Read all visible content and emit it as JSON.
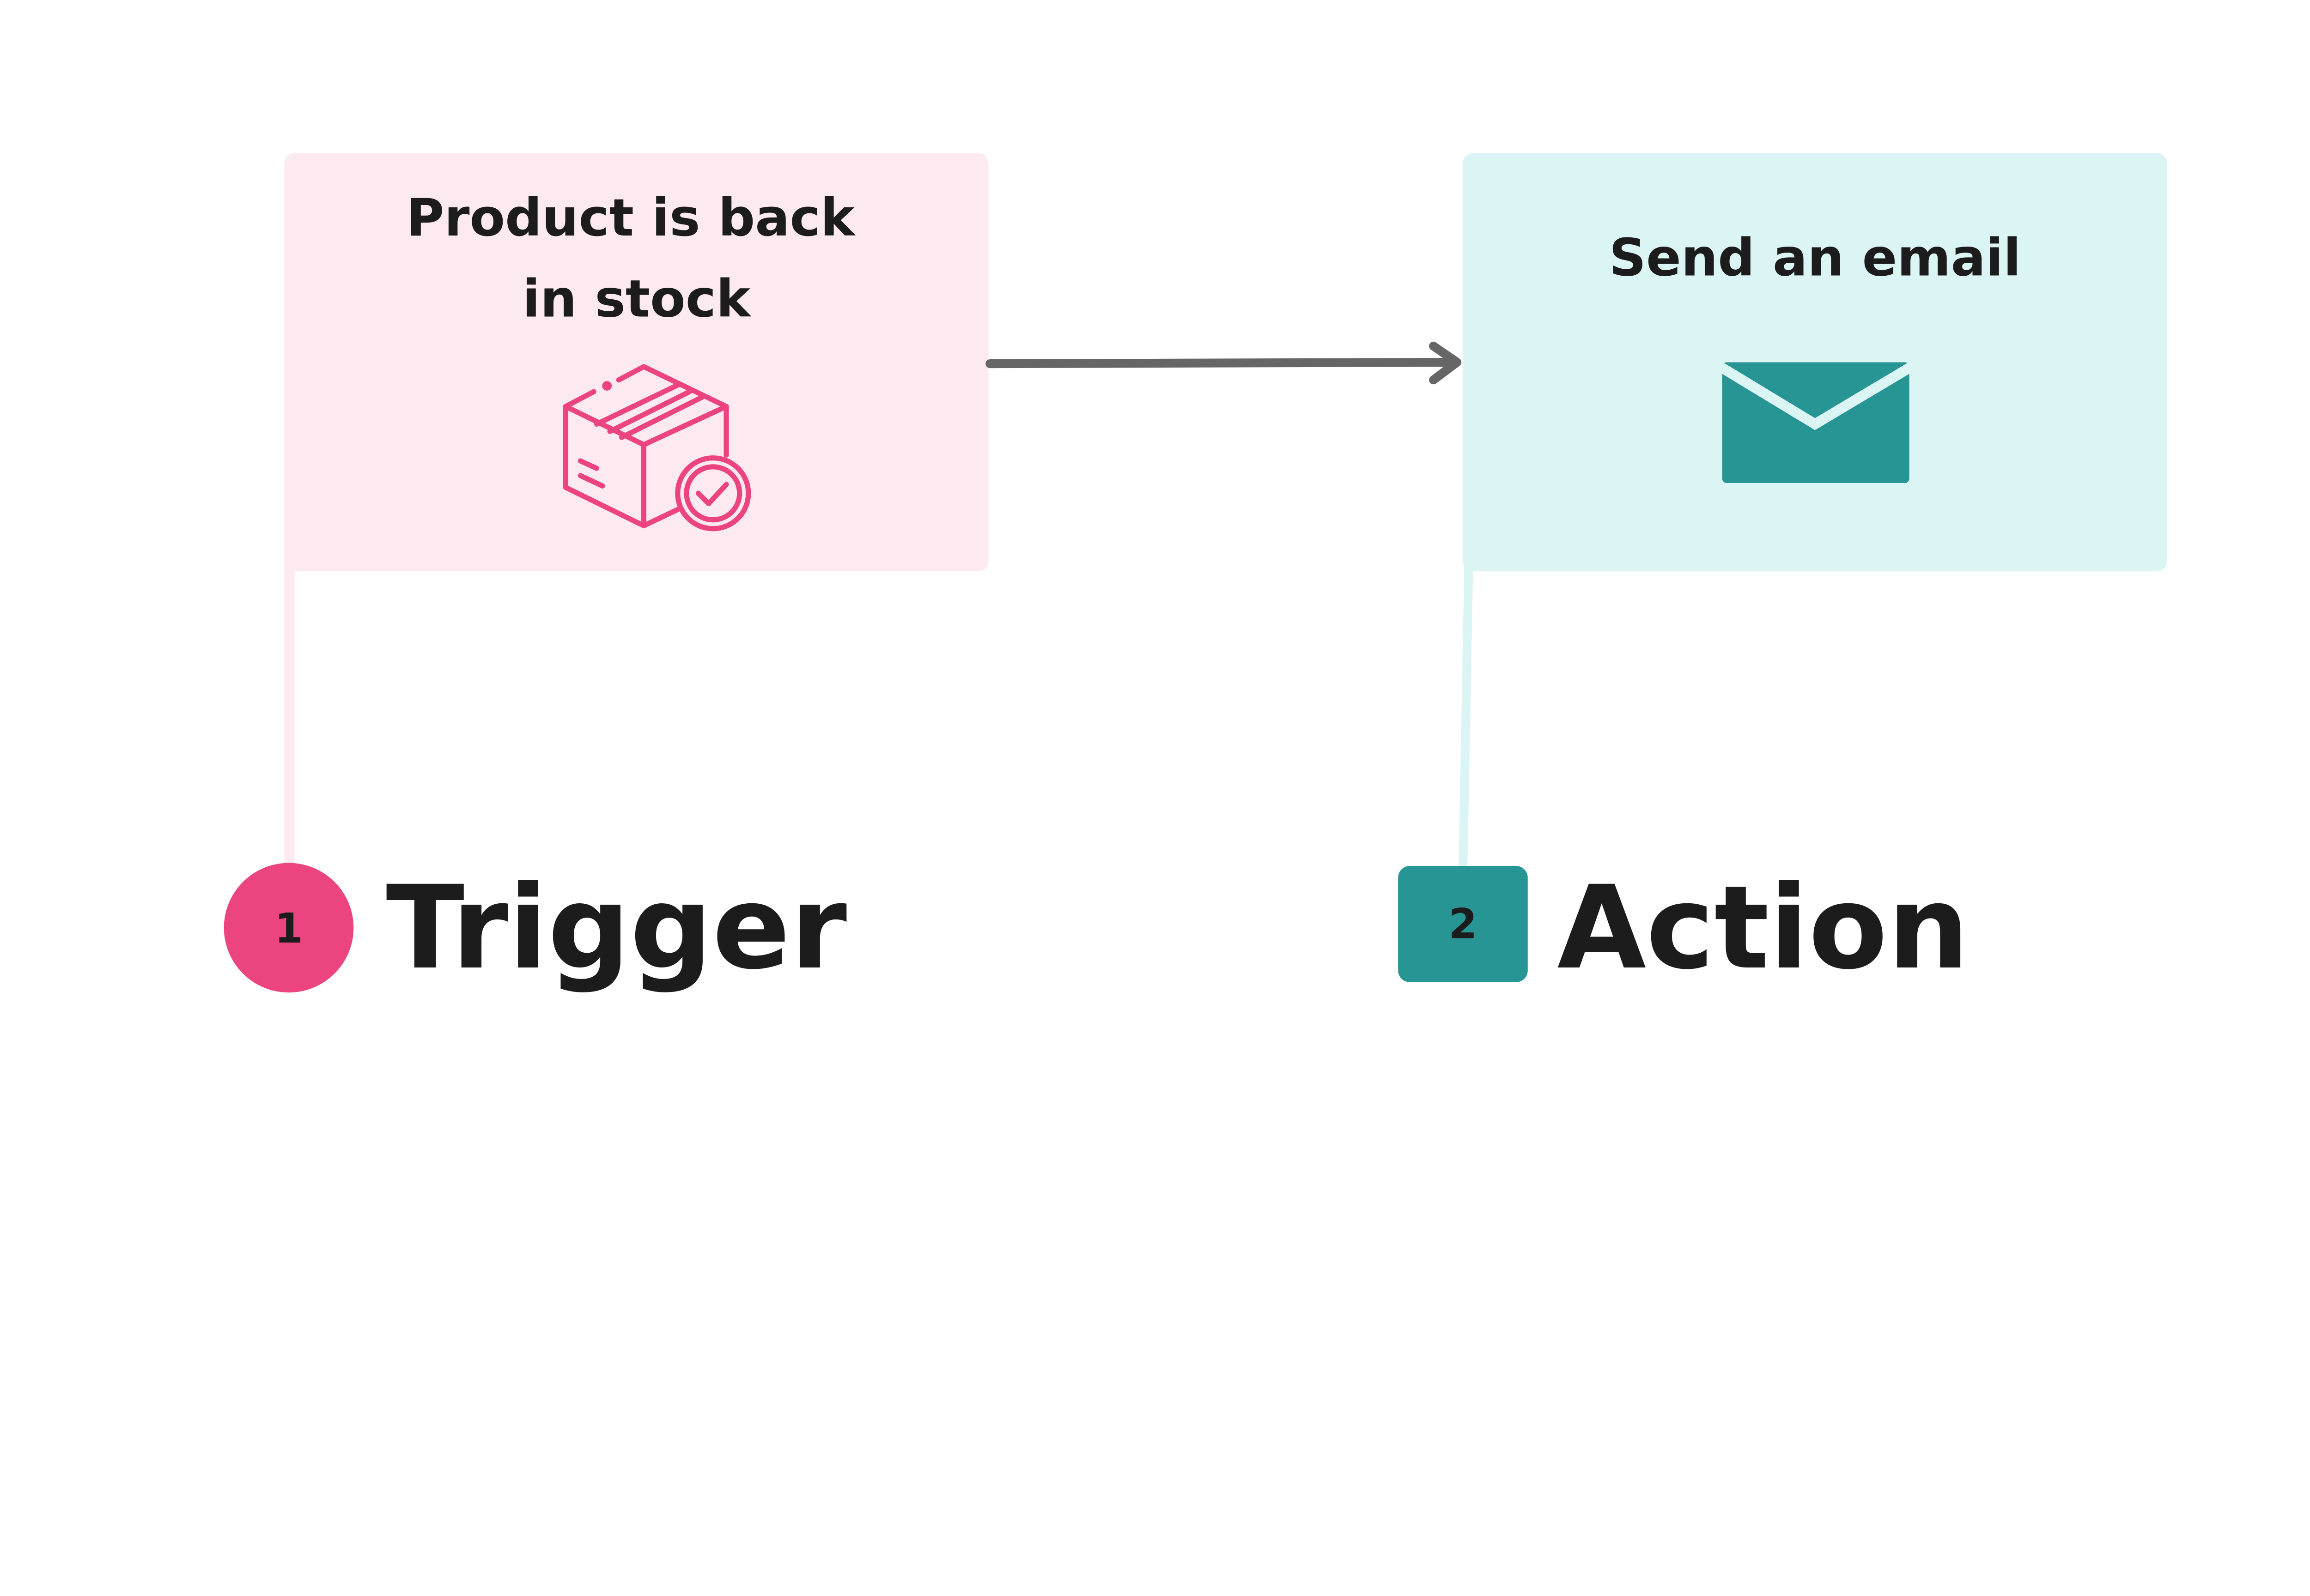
{
  "colors": {
    "trigger_accent": "#ec4381",
    "trigger_bg": "#fdeaf0",
    "action_accent": "#289595",
    "action_bg": "#dbf4f4",
    "arrow": "#666666",
    "text": "#1c1c1c"
  },
  "trigger": {
    "step_number": "1",
    "label": "Trigger",
    "card_title_line1": "Product is back",
    "card_title_line2": "in stock",
    "icon": "package-checked-icon"
  },
  "action": {
    "step_number": "2",
    "label": "Action",
    "card_title": "Send an email",
    "icon": "envelope-icon"
  }
}
